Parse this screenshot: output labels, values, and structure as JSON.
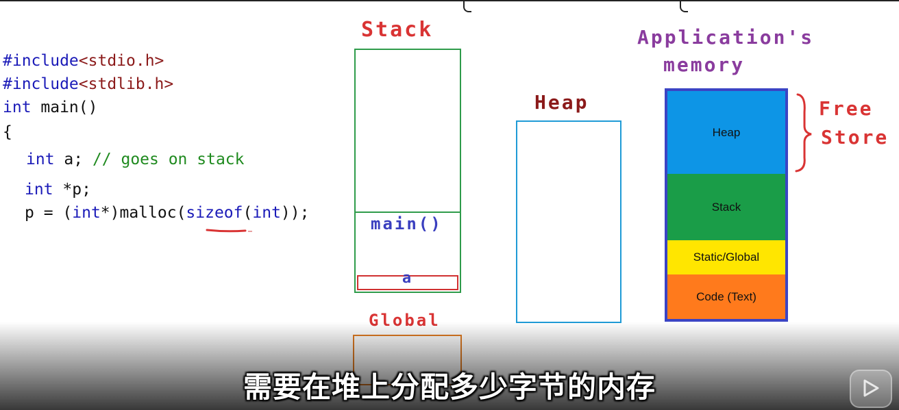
{
  "code": {
    "line1_kw": "#include",
    "line1_hdr": "<stdio.h>",
    "line2_kw": "#include",
    "line2_hdr": "<stdlib.h>",
    "line3_type": "int",
    "line3_rest": " main()",
    "line4": "{",
    "line5_type": "int",
    "line5_rest": " a; ",
    "line5_comment": "// goes on stack",
    "line6_type": "int",
    "line6_rest": " *p;",
    "line7_a": "p = (",
    "line7_type1": "int",
    "line7_b": "*)malloc(",
    "line7_kw": "sizeof",
    "line7_c": "(",
    "line7_type2": "int",
    "line7_d": "));"
  },
  "stack_diagram": {
    "title": "Stack",
    "frame_label": "main()",
    "var_label": "a"
  },
  "global_diagram": {
    "title": "Global"
  },
  "heap_diagram": {
    "title": "Heap"
  },
  "app_memory": {
    "title_line1": "Application's",
    "title_line2": "memory",
    "segments": [
      "Heap",
      "Stack",
      "Static/Global",
      "Code (Text)"
    ],
    "free_store_line1": "Free",
    "free_store_line2": "Store"
  },
  "subtitle": "需要在堆上分配多少字节的内存",
  "colors": {
    "stack_green": "#2e9b4a",
    "heap_blue": "#1e9ad6",
    "frame_red": "#d03030",
    "global_orange": "#e07b22",
    "mem_border": "#3b44c4",
    "seg_heap": "#0d95e6",
    "seg_stack": "#1a9d48",
    "seg_static": "#ffe600",
    "seg_code": "#ff7a1c",
    "label_purple": "#8a3c9e",
    "free_store_red": "#d93434"
  }
}
